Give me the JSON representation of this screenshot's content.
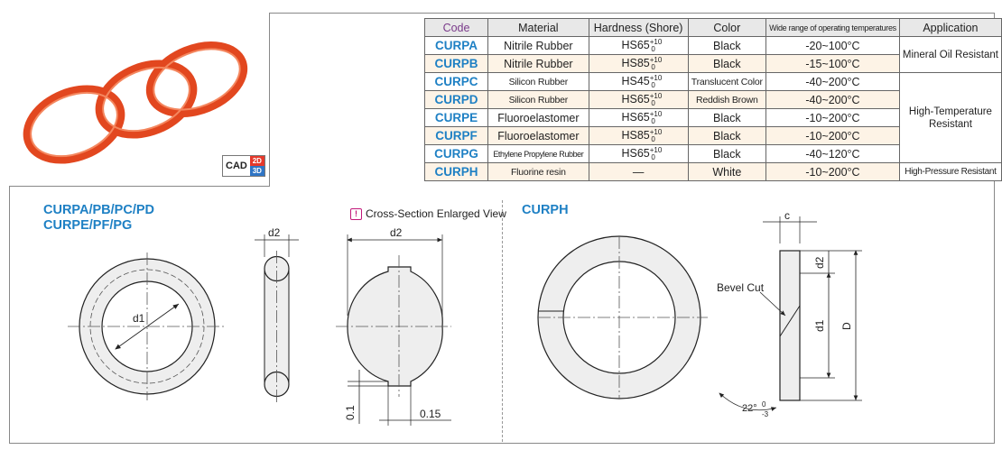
{
  "badge": {
    "cad": "CAD",
    "two_d": "2D",
    "three_d": "3D"
  },
  "table": {
    "headers": {
      "code": "Code",
      "material": "Material",
      "hardness": "Hardness (Shore)",
      "color": "Color",
      "temp": "Wide range of operating temperatures",
      "application": "Application"
    },
    "rows": [
      {
        "code": "CURPA",
        "material": "Nitrile Rubber",
        "hardness": "HS65",
        "color": "Black",
        "temp": "-20~100°C"
      },
      {
        "code": "CURPB",
        "material": "Nitrile Rubber",
        "hardness": "HS85",
        "color": "Black",
        "temp": "-15~100°C"
      },
      {
        "code": "CURPC",
        "material": "Silicon Rubber",
        "hardness": "HS45",
        "color": "Translucent Color",
        "temp": "-40~200°C"
      },
      {
        "code": "CURPD",
        "material": "Silicon Rubber",
        "hardness": "HS65",
        "color": "Reddish Brown",
        "temp": "-40~200°C"
      },
      {
        "code": "CURPE",
        "material": "Fluoroelastomer",
        "hardness": "HS65",
        "color": "Black",
        "temp": "-10~200°C"
      },
      {
        "code": "CURPF",
        "material": "Fluoroelastomer",
        "hardness": "HS85",
        "color": "Black",
        "temp": "-10~200°C"
      },
      {
        "code": "CURPG",
        "material": "Ethylene Propylene Rubber",
        "hardness": "HS65",
        "color": "Black",
        "temp": "-40~120°C"
      },
      {
        "code": "CURPH",
        "material": "Fluorine resin",
        "hardness": "—",
        "color": "White",
        "temp": "-10~200°C"
      }
    ],
    "tolerance_upper": "+10",
    "tolerance_lower": "0",
    "applications": {
      "mineral": "Mineral Oil Resistant",
      "high_temp": "High-Temperature Resistant",
      "high_pressure": "High-Pressure Resistant"
    }
  },
  "sections": {
    "left_title_1": "CURPA/PB/PC/PD",
    "left_title_2": "CURPE/PF/PG",
    "cross_section": "Cross-Section Enlarged View",
    "right_title": "CURPH",
    "bevel_cut": "Bevel Cut"
  },
  "labels": {
    "d1": "d1",
    "d2": "d2",
    "c": "c",
    "D": "D",
    "dim_01": "0.1",
    "dim_015": "0.15",
    "angle": "22°",
    "angle_upper": "0",
    "angle_lower": "-3"
  },
  "colors": {
    "code_blue": "#1e80c4",
    "oring_red": "#e2471f",
    "warn_magenta": "#c2187a",
    "row_shade": "#fdf3e6"
  }
}
